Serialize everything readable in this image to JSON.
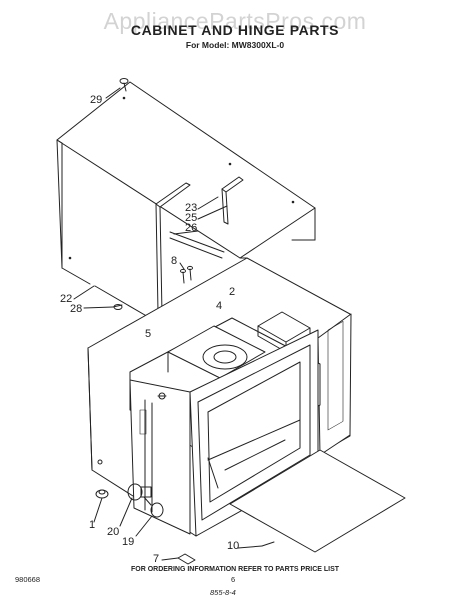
{
  "watermark": "AppliancePartsPros.com",
  "title": "CABINET AND HINGE PARTS",
  "subtitle": "For Model: MW8300XL-0",
  "callouts": {
    "p29": "29",
    "p23": "23",
    "p25": "25",
    "p26": "26",
    "p8": "8",
    "p2": "2",
    "p4": "4",
    "p5": "5",
    "p22": "22",
    "p28": "28",
    "p1": "1",
    "p20": "20",
    "p19": "19",
    "p7": "7",
    "p10": "10"
  },
  "footer": {
    "ordering_info": "FOR ORDERING INFORMATION REFER TO PARTS PRICE LIST",
    "code": "980668",
    "page_number": "6",
    "handwritten_note": "855-8-4"
  },
  "colors": {
    "ink": "#222222",
    "watermark": "#d3d3d3",
    "background": "#ffffff"
  }
}
